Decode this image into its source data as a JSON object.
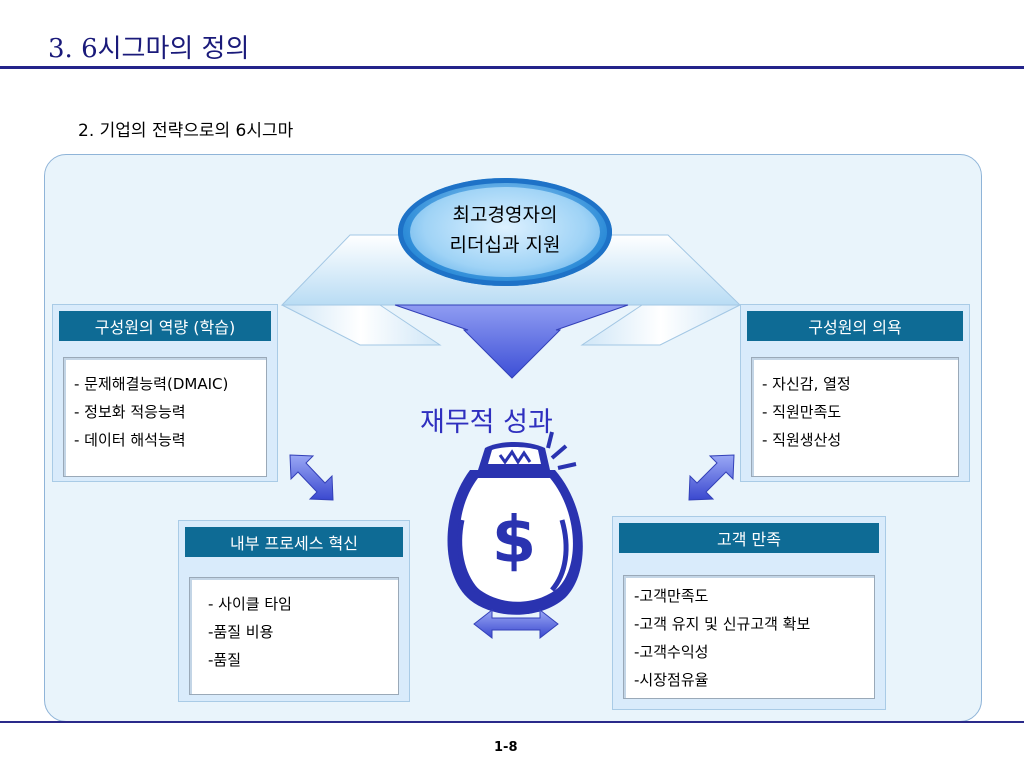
{
  "title": "3. 6시그마의 정의",
  "subtitle": "2. 기업의 전략으로의 6시그마",
  "center": {
    "oval_line1": "최고경영자의",
    "oval_line2": "리더십과 지원",
    "financial_result": "재무적 성과"
  },
  "boxes": {
    "learning": {
      "header": "구성원의 역량 (학습)",
      "items": [
        "- 문제해결능력(DMAIC)",
        "- 정보화 적응능력",
        "- 데이터 해석능력"
      ]
    },
    "motivation": {
      "header": "구성원의 의욕",
      "items": [
        "- 자신감, 열정",
        "- 직원만족도",
        "- 직원생산성"
      ]
    },
    "process": {
      "header": "내부 프로세스 혁신",
      "items": [
        "- 사이클 타임",
        "-품질 비용",
        "-품질"
      ]
    },
    "customer": {
      "header": "고객 만족",
      "items": [
        "-고객만족도",
        "-고객 유지 및 신규고객 확보",
        "-고객수익성",
        "-시장점유율"
      ]
    }
  },
  "page_number": "1-8",
  "colors": {
    "title_rule": "#23238a",
    "box_header": "#0e6b95",
    "panel_bg": "#e9f4fb",
    "accent_text": "#2f2fbf"
  }
}
